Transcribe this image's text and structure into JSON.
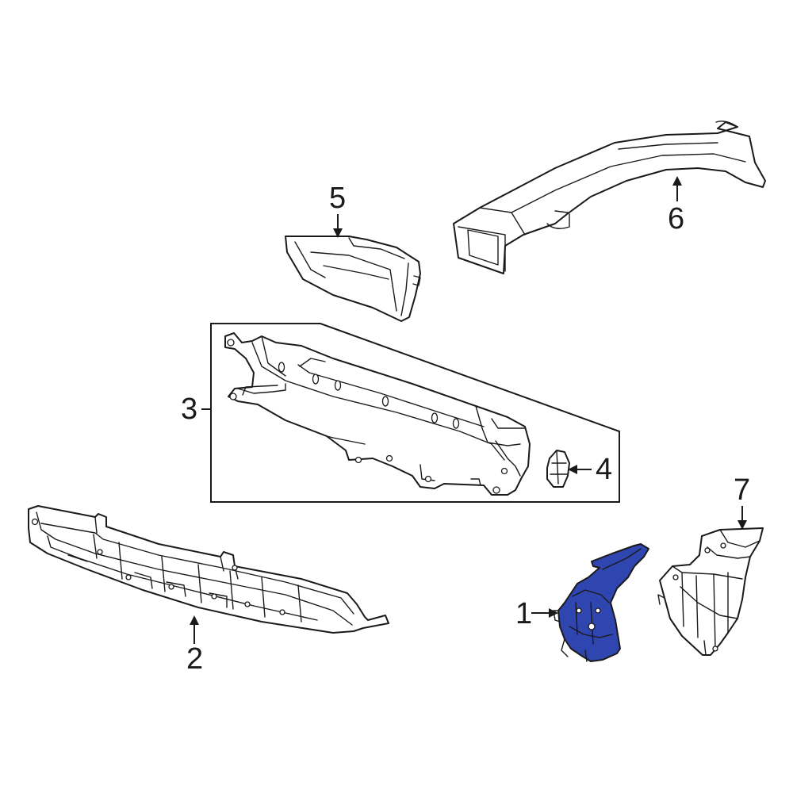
{
  "highlight_color": "#2f45b0",
  "line_color": "#1a1a1a",
  "background_color": "#ffffff",
  "callouts": {
    "c1": "1",
    "c2": "2",
    "c3": "3",
    "c4": "4",
    "c5": "5",
    "c6": "6",
    "c7": "7"
  }
}
